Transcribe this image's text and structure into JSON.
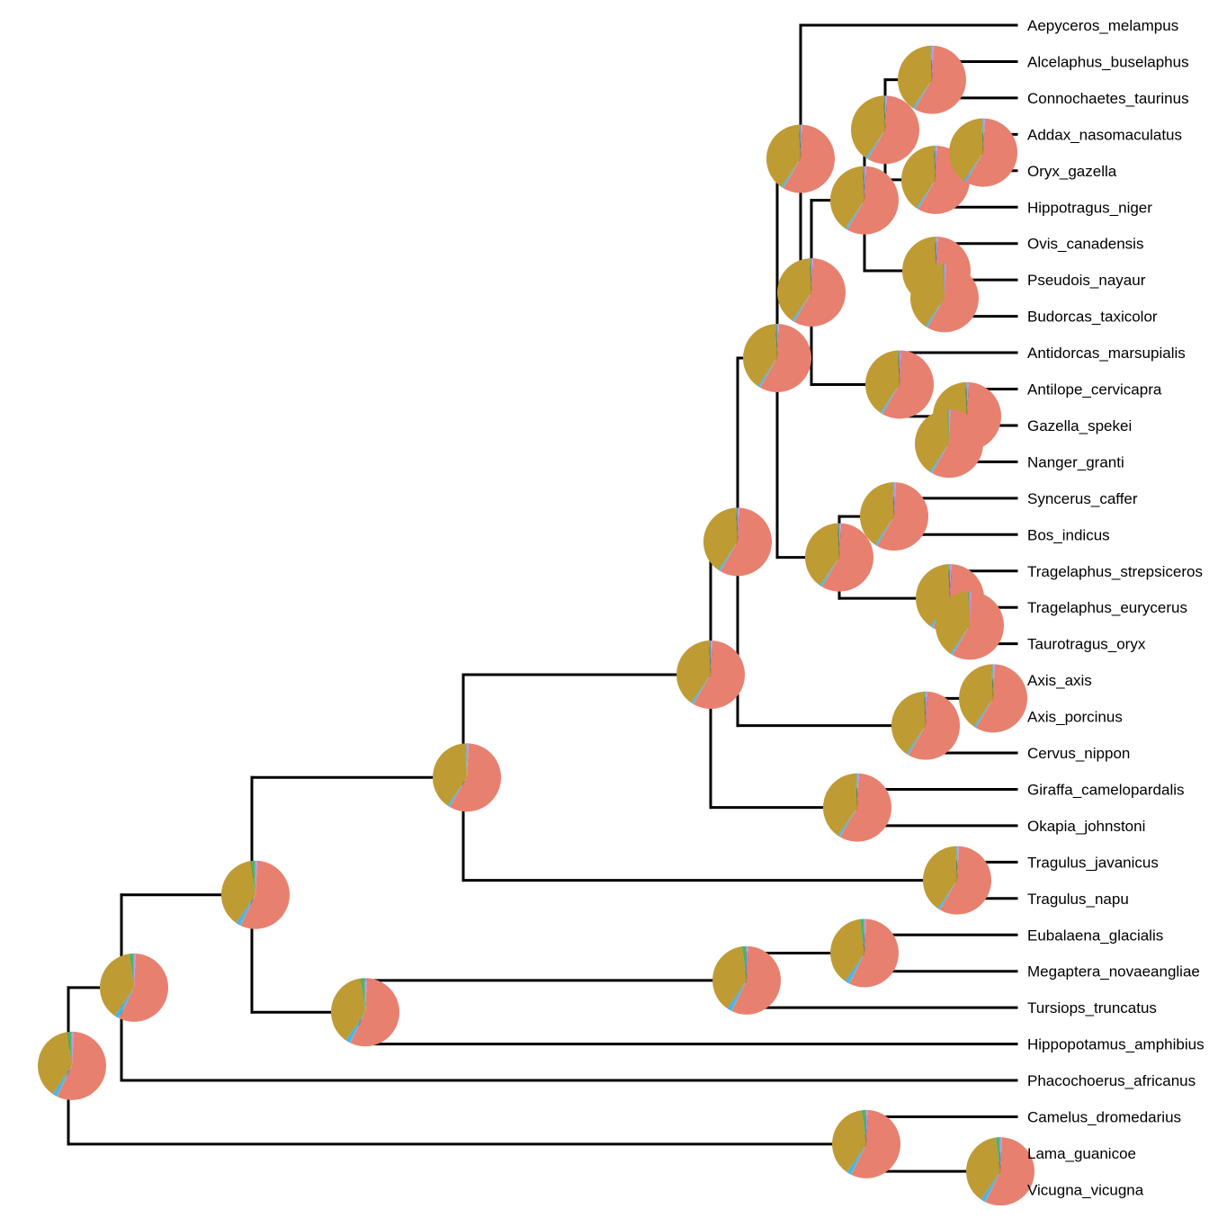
{
  "diagram": {
    "type": "phylogenetic-tree-with-pie-charts",
    "colors": {
      "branch": "#000000",
      "pie_main": "#E8806F",
      "pie_secondary": "#BF9B33",
      "pie_blue": "#4FB1E8",
      "pie_green": "#4DB36A",
      "pie_purple": "#C493E6",
      "pie_teal": "#5CC0C0"
    },
    "tips": [
      "Aepyceros_melampus",
      "Alcelaphus_buselaphus",
      "Connochaetes_taurinus",
      "Addax_nasomaculatus",
      "Oryx_gazella",
      "Hippotragus_niger",
      "Ovis_canadensis",
      "Pseudois_nayaur",
      "Budorcas_taxicolor",
      "Antidorcas_marsupialis",
      "Antilope_cervicapra",
      "Gazella_spekei",
      "Nanger_granti",
      "Syncerus_caffer",
      "Bos_indicus",
      "Tragelaphus_strepsiceros",
      "Tragelaphus_eurycerus",
      "Taurotragus_oryx",
      "Axis_axis",
      "Axis_porcinus",
      "Cervus_nippon",
      "Giraffa_camelopardalis",
      "Okapia_johnstoni",
      "Tragulus_javanicus",
      "Tragulus_napu",
      "Eubalaena_glacialis",
      "Megaptera_novaeangliae",
      "Tursiops_truncatus",
      "Hippopotamus_amphibius",
      "Phacochoerus_africanus",
      "Camelus_dromedarius",
      "Lama_guanicoe",
      "Vicugna_vicugna"
    ]
  }
}
